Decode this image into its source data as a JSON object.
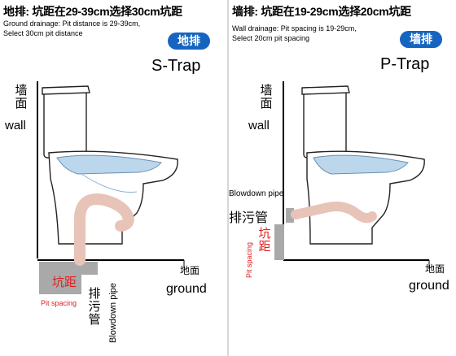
{
  "left": {
    "title": "地排: 坑距在29-39cm选择30cm坑距",
    "subtitle_line1": "Ground drainage: Pit distance is 29-39cm,",
    "subtitle_line2": "Select 30cm pit distance",
    "badge": "地排",
    "trap": "S-Trap",
    "wall_cn": "墙面",
    "wall_en": "wall",
    "ground_cn": "地面",
    "ground_en": "ground",
    "pit_cn": "坑距",
    "pit_en": "Pit spacing",
    "pipe_cn": "排污管",
    "pipe_en": "Blowdown pipe"
  },
  "right": {
    "title": "墙排: 坑距在19-29cm选择20cm坑距",
    "subtitle_line1": "Wall drainage: Pit spacing is 19-29cm,",
    "subtitle_line2": "Select 20cm pit spacing",
    "badge": "墙排",
    "trap": "P-Trap",
    "wall_cn": "墙面",
    "wall_en": "wall",
    "ground_cn": "地面",
    "ground_en": "ground",
    "pit_cn": "坑距",
    "pit_en": "Pit spacing",
    "pipe_cn": "排污管",
    "pipe_en": "Blowdown pipe"
  },
  "colors": {
    "badge": "#1565c0",
    "accent_red": "#e02020",
    "pipe": "#e8c3b8",
    "water": "#bcd6ec",
    "gray_block": "#a9a9a9"
  }
}
